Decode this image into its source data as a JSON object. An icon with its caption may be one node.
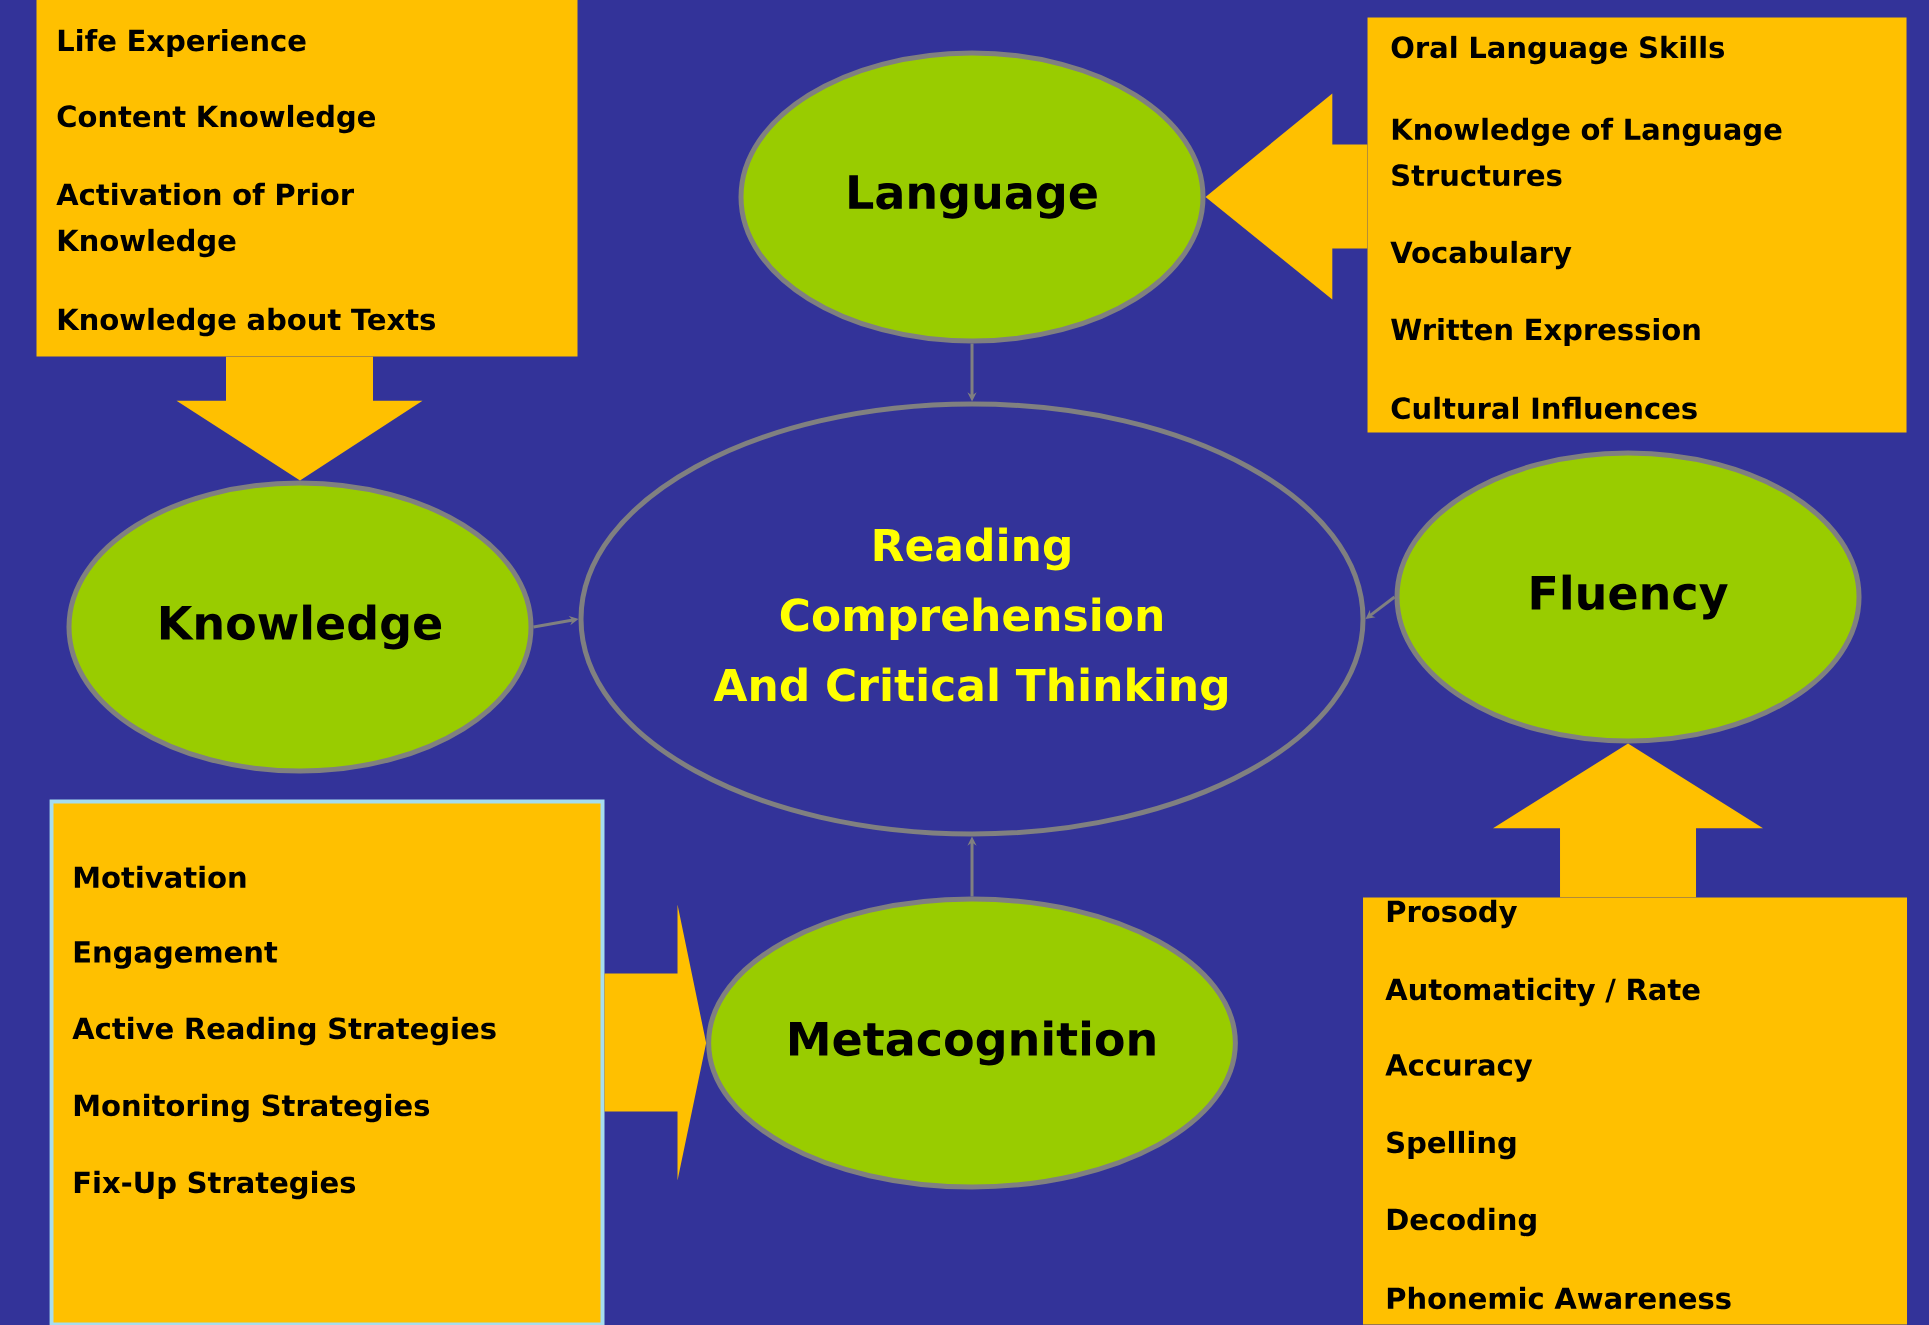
{
  "diagram": {
    "nodes": [
      {
        "text": [
          "Life Experience",
          "Content Knowledge",
          "Activation of Prior Knowledge",
          "Knowledge about Texts"
        ]
      },
      {
        "text": [
          "Language"
        ]
      },
      {
        "text": [
          "Oral Language Skills",
          "Knowledge of Language Structures",
          "Vocabulary",
          "Written Expression",
          "Cultural Influences"
        ]
      },
      {
        "text": [
          "Knowledge"
        ]
      },
      {
        "text": [
          "Reading Comprehension And Critical Thinking"
        ]
      },
      {
        "text": [
          "Fluency"
        ]
      },
      {
        "text": [
          "Motivation",
          "Engagement",
          "Active Reading Strategies",
          "Monitoring Strategies",
          "Fix-Up Strategies"
        ]
      },
      {
        "text": [
          "Metacognition"
        ]
      },
      {
        "text": [
          "Prosody",
          "Automaticity / Rate",
          "Accuracy",
          "Spelling",
          "Decoding",
          "Phonemic Awareness"
        ]
      }
    ],
    "edges": [
      {
        "from": 0,
        "to": 3,
        "arrow": "to",
        "style": "thick",
        "color": "#ffc000"
      },
      {
        "from": 2,
        "to": 1,
        "arrow": "to",
        "style": "thick",
        "color": "#ffc000"
      },
      {
        "from": 6,
        "to": 7,
        "arrow": "to",
        "style": "thick",
        "color": "#ffc000"
      },
      {
        "from": 8,
        "to": 5,
        "arrow": "to",
        "style": "thick",
        "color": "#ffc000"
      },
      {
        "from": 1,
        "to": 4,
        "arrow": "to",
        "color": "#808080"
      },
      {
        "from": 3,
        "to": 4,
        "arrow": "to",
        "color": "#808080"
      },
      {
        "from": 5,
        "to": 4,
        "arrow": "to",
        "color": "#808080"
      },
      {
        "from": 7,
        "to": 4,
        "arrow": "to",
        "color": "#808080"
      }
    ]
  }
}
